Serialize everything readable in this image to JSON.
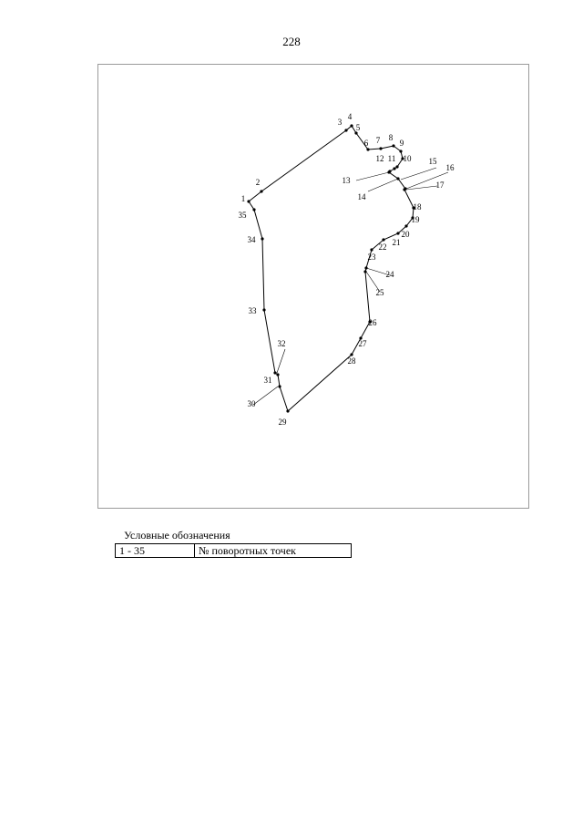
{
  "page": {
    "number": "228"
  },
  "points": [
    {
      "label": "1"
    },
    {
      "label": "2"
    },
    {
      "label": "3"
    },
    {
      "label": "4"
    },
    {
      "label": "5"
    },
    {
      "label": "6"
    },
    {
      "label": "7"
    },
    {
      "label": "8"
    },
    {
      "label": "9"
    },
    {
      "label": "10"
    },
    {
      "label": "11"
    },
    {
      "label": "12"
    },
    {
      "label": "13"
    },
    {
      "label": "14"
    },
    {
      "label": "15"
    },
    {
      "label": "16"
    },
    {
      "label": "17"
    },
    {
      "label": "18"
    },
    {
      "label": "19"
    },
    {
      "label": "20"
    },
    {
      "label": "21"
    },
    {
      "label": "22"
    },
    {
      "label": "23"
    },
    {
      "label": "24"
    },
    {
      "label": "25"
    },
    {
      "label": "26"
    },
    {
      "label": "27"
    },
    {
      "label": "28"
    },
    {
      "label": "29"
    },
    {
      "label": "30"
    },
    {
      "label": "31"
    },
    {
      "label": "32"
    },
    {
      "label": "33"
    },
    {
      "label": "34"
    },
    {
      "label": "35"
    }
  ],
  "legend": {
    "title": "Условные обозначения",
    "rows": [
      {
        "symbol": "1 - 35",
        "description": "№ поворотных точек"
      }
    ]
  }
}
